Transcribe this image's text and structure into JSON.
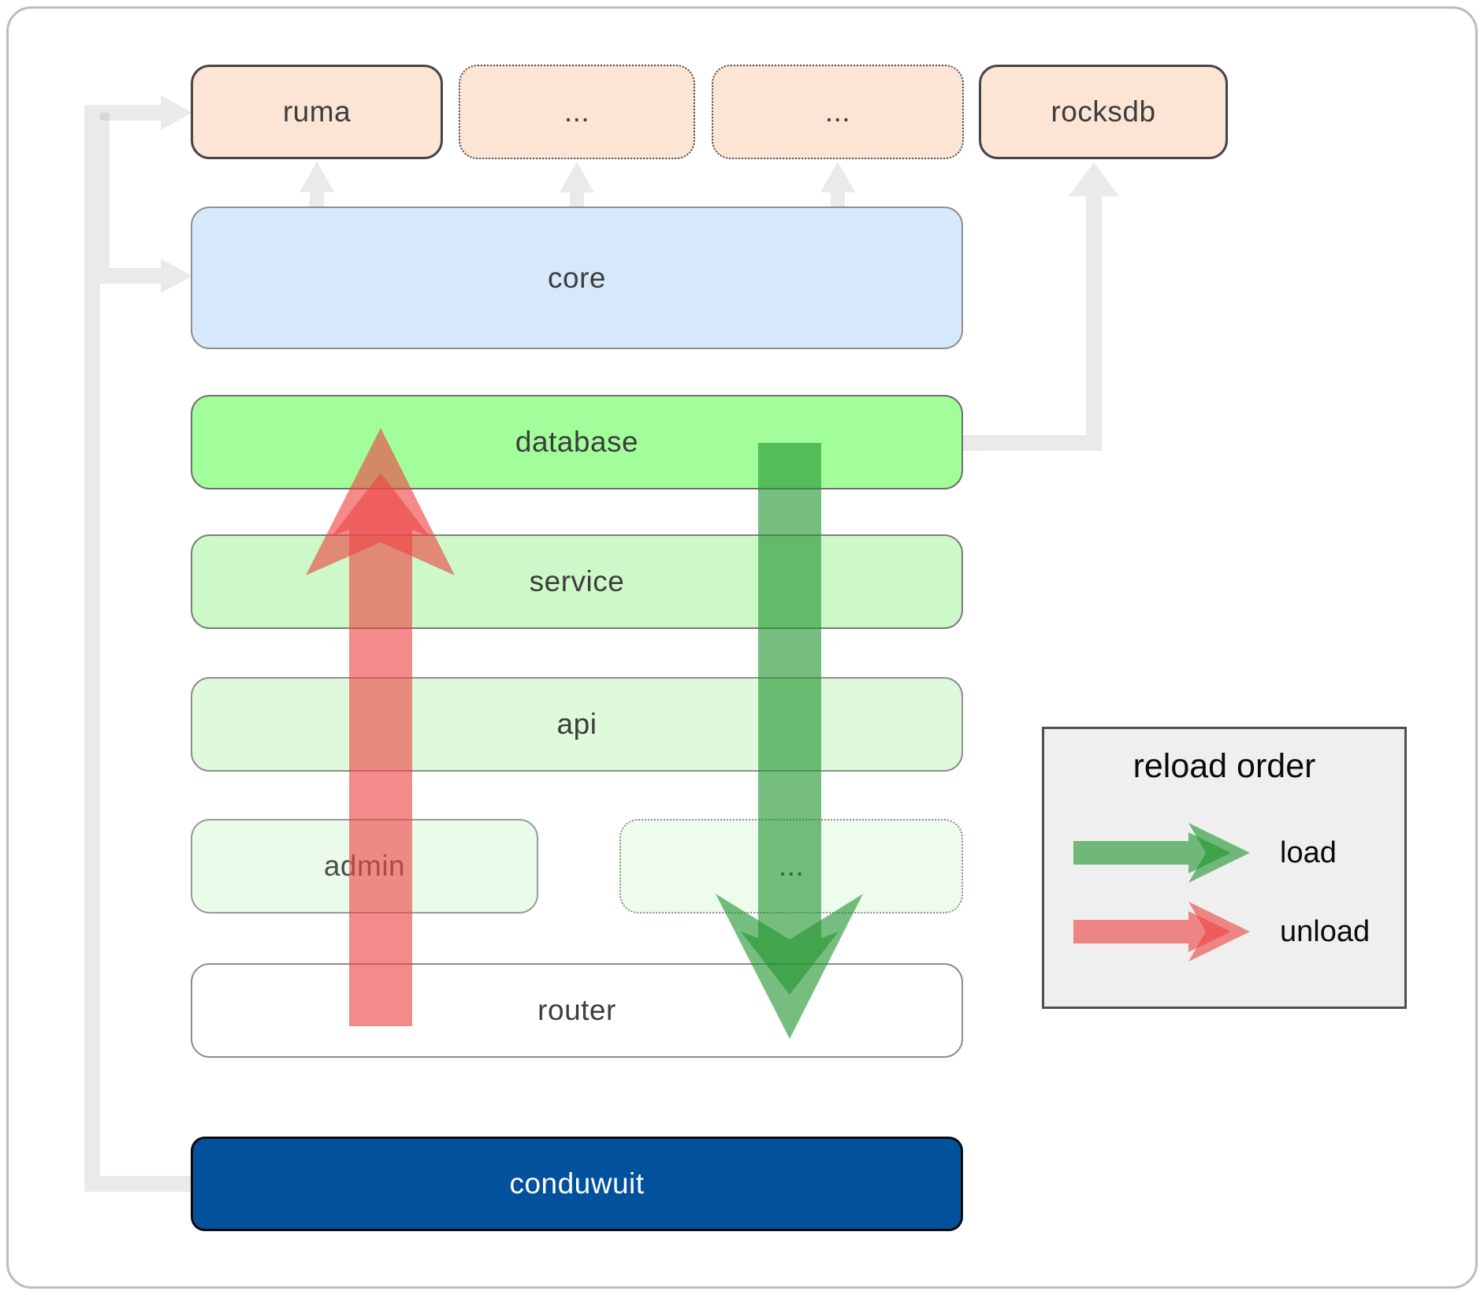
{
  "boxes": {
    "ruma": {
      "label": "ruma"
    },
    "dots_top_1": {
      "label": "..."
    },
    "dots_top_2": {
      "label": "..."
    },
    "rocksdb": {
      "label": "rocksdb"
    },
    "core": {
      "label": "core"
    },
    "database": {
      "label": "database"
    },
    "service": {
      "label": "service"
    },
    "api": {
      "label": "api"
    },
    "admin": {
      "label": "admin"
    },
    "dots_mid": {
      "label": "..."
    },
    "router": {
      "label": "router"
    },
    "conduwuit": {
      "label": "conduwuit"
    }
  },
  "arrows": {
    "load": {
      "meaning": "load",
      "direction": "down",
      "color": "#229631"
    },
    "unload": {
      "meaning": "unload",
      "direction": "up",
      "color": "#ee4343"
    }
  },
  "legend": {
    "title": "reload order",
    "items": [
      {
        "label": "load",
        "color": "#229631"
      },
      {
        "label": "unload",
        "color": "#ee4343"
      }
    ]
  },
  "colors": {
    "top_box_fill": "#fce5d4",
    "core_fill": "#d6e9fb",
    "database_fill": "#a2fd9b",
    "service_fill": "#cdf8c8",
    "api_fill": "#def9db",
    "admin_fill": "#ebfbe9",
    "router_fill": "#ffffff",
    "conduwuit_fill": "#02519c",
    "legend_bg": "#efefef",
    "connector_gray": "#e8e8e8",
    "load_green": "#229631",
    "unload_red": "#ee4343"
  }
}
